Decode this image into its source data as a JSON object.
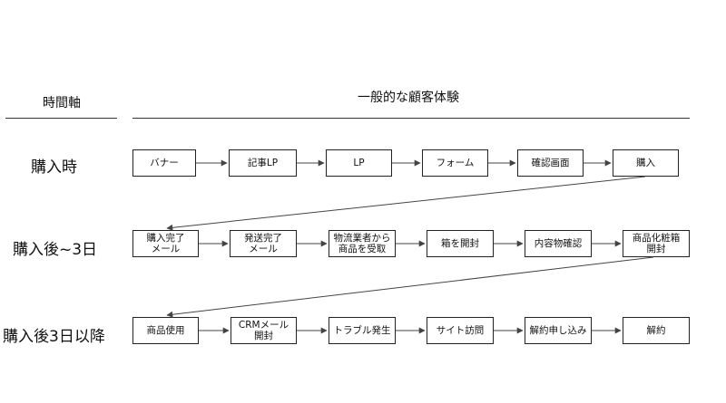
{
  "headers": {
    "time_axis": "時間軸",
    "experience": "一般的な顧客体験"
  },
  "rows": [
    {
      "label": "購入時",
      "steps": [
        "バナー",
        "記事LP",
        "LP",
        "フォーム",
        "確認画面",
        "購入"
      ]
    },
    {
      "label": "購入後~3日",
      "steps": [
        "購入完了\nメール",
        "発送完了\nメール",
        "物流業者から\n商品を受取",
        "箱を開封",
        "内容物確認",
        "商品化粧箱\n開封"
      ]
    },
    {
      "label": "購入後3日以降",
      "steps": [
        "商品使用",
        "CRMメール\n開封",
        "トラブル発生",
        "サイト訪問",
        "解約申し込み",
        "解約"
      ]
    }
  ]
}
